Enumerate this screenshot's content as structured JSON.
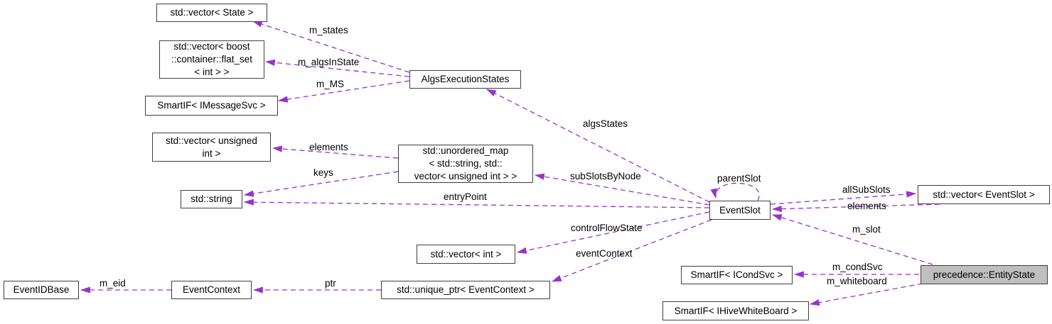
{
  "diagram": {
    "type": "doxygen-collaboration-graph",
    "colors": {
      "edge": "#9a32cd",
      "node_border": "#3f3f3f",
      "node_fill": "#ffffff",
      "highlight_fill": "#bfbfbf",
      "background": "#ffffff"
    }
  },
  "nodes": {
    "vector_state": {
      "label": "std::vector< State >"
    },
    "vector_flatset": {
      "lines": [
        "std::vector< boost",
        "::container::flat_set",
        "< int > >"
      ]
    },
    "smartif_imessagesvc": {
      "label": "SmartIF< IMessageSvc >"
    },
    "algsexecutionstates": {
      "label": "AlgsExecutionStates"
    },
    "vector_unsigned": {
      "lines": [
        "std::vector< unsigned",
        "int >"
      ]
    },
    "stdstring": {
      "label": "std::string"
    },
    "unordered_map": {
      "lines": [
        "std::unordered_map",
        "< std::string, std::",
        "vector< unsigned int > >"
      ]
    },
    "vector_int": {
      "label": "std::vector< int >"
    },
    "eventidbase": {
      "label": "EventIDBase"
    },
    "eventcontext": {
      "label": "EventContext"
    },
    "unique_ptr": {
      "label": "std::unique_ptr< EventContext >"
    },
    "eventslot": {
      "label": "EventSlot"
    },
    "vector_eventslot": {
      "label": "std::vector< EventSlot >"
    },
    "smartif_icondsvc": {
      "label": "SmartIF< ICondSvc >"
    },
    "smartif_ihivewhiteboard": {
      "label": "SmartIF< IHiveWhiteBoard >"
    },
    "entitystate": {
      "label": "precedence::EntityState"
    }
  },
  "edge_labels": {
    "m_states": "m_states",
    "m_algsinstate": "m_algsInState",
    "m_ms": "m_MS",
    "algsstates": "algsStates",
    "elements_left": "elements",
    "keys": "keys",
    "subslotsbynode": "subSlotsByNode",
    "entrypoint": "entryPoint",
    "parentslot": "parentSlot",
    "allsubslots": "allSubSlots",
    "elements_right": "elements",
    "m_slot": "m_slot",
    "controlflowstate": "controlFlowState",
    "eventcontext": "eventContext",
    "m_condsvc": "m_condSvc",
    "m_whiteboard": "m_whiteboard",
    "m_eid": "m_eid",
    "ptr": "ptr"
  }
}
